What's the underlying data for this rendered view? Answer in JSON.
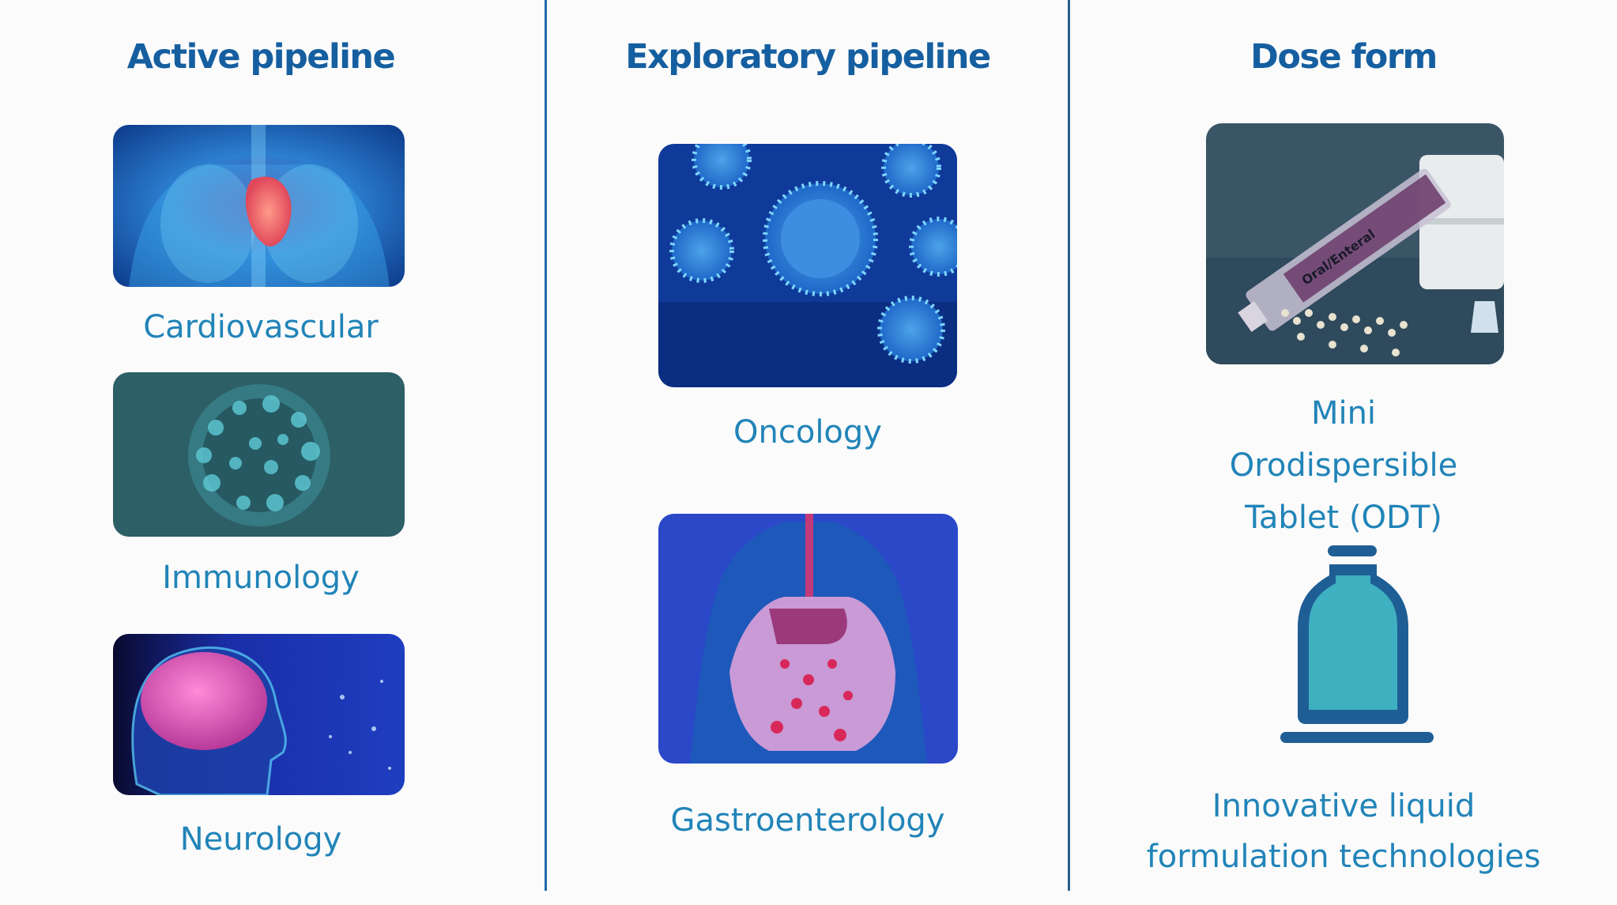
{
  "columns": [
    {
      "heading": "Active pipeline",
      "items": [
        {
          "label": "Cardiovascular",
          "image": "heart-chest-xray-image"
        },
        {
          "label": "Immunology",
          "image": "immune-cell-image"
        },
        {
          "label": "Neurology",
          "image": "brain-head-image"
        }
      ]
    },
    {
      "heading": "Exploratory pipeline",
      "items": [
        {
          "label": "Oncology",
          "image": "virus-cells-image"
        },
        {
          "label": "Gastroenterology",
          "image": "digestive-system-image"
        }
      ]
    },
    {
      "heading": "Dose form",
      "items": [
        {
          "label_lines": [
            "Mini",
            "Orodispersible",
            "Tablet (ODT)"
          ],
          "image": "oral-syringe-mini-tablets-image",
          "image_text": "Oral/Enteral"
        },
        {
          "label_lines": [
            "Innovative liquid",
            "formulation technologies"
          ],
          "icon": "liquid-bottle-icon"
        }
      ]
    }
  ],
  "colors": {
    "heading": "#155fa0",
    "label": "#2184b8",
    "divider": "#1f68a8",
    "bottle_outline": "#1f5e95",
    "bottle_fill": "#3eb0c0",
    "background": "#fbfbfb"
  }
}
